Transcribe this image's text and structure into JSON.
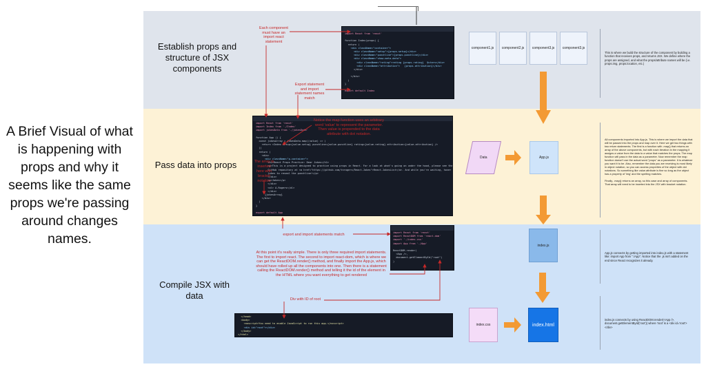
{
  "main_title": "A Brief Visual of what is happening with props and why it seems like the same props we're passing around changes names.",
  "stages": [
    "Establish props and structure of JSX components",
    "Pass data into props",
    "Compile JSX with data"
  ],
  "annotations": {
    "import_react": "Each component must have an import react statement",
    "export_import_top": "Export statement and import statement names match",
    "map_note": "Notice the map function uses an arbitrary word 'value' to represent the parameter. Then value is prepended to the data attribute with dot notation.",
    "array_note": "The array is inserted here with bracket notation",
    "export_import_mid": "export and import statements match",
    "compile_note": "At this point it's really simple.  There is only three required import statements.  The first to import react.  The second to import react-dom, which is where we can get the ReactDOM.render() method, and finally import the App.js, which should have rolled up all the components into one. Then there is a statement calling the ReactDOM.render() method and telling it the id of the element in the HTML where you want everything to get rendered",
    "div_root": "Div with ID of root"
  },
  "components": [
    "component1.js",
    "component2.js",
    "component3.js",
    "component3.js"
  ],
  "flow": {
    "data": "Data",
    "app": "App.js",
    "index_js": "index.js",
    "index_css": "index.css",
    "index_html": "index.html"
  },
  "notes": {
    "top": "This is where we build the structure of the component by building a function that receives props, and returns JSX. We define where the props are assigned, and what the props/attribute names will be (i.e. props.img, props.location, etc.)",
    "mid": "All components imported into App.js.  This is where we import the data that will be passed into the props and map over it.  Here we get two things with two return statements. The first is a function with .map() that returns an array of the above components, but with each iteration in the mapping it assigns a value from the data to a value that matches the props.  The map function will pass in the data as a parameter.  Now remember the map function doesn't use the actual word \"props\" as a parameter.  It is whatever you want it to be.  Also, remember the data you are receiving is most likely in object notation, so you can access properties of the object with dot notations.  So something like value.attribute is fine so long as the object has a property of 'img' and the spelling matches.\n\nFinally, .map() returns an array,  so this case and array of components.  That array will need to be inserted into the JSX with bracket notation.",
    "bot_app": "App.js connects by getting imported into index.js with a statement like: import App from \"./App\". Notice that the .js isn't added on the end since React recognizes it already.",
    "bot_html": "index.js connects by using ReactDOM.render(<App />, document.getElementById('root')) where 'root' is a <div id='root'></div>"
  },
  "code_top": [
    "import React from 'react'",
    "",
    "function Index(props) {",
    "  return (",
    "    <div className=\"container\">",
    "      <div className=\"setup\">{props.setup}</div>",
    "      <div className=\"punchline\">{props.punchline}</div>",
    "      <div className=\"show-meta-data\">",
    "        <div className=\"rating\">rating {props.rating}  $stars</div>",
    "        <div className=\"attribution\">   {props.attribution}</div>",
    "      </div>",
    "",
    "    </div>",
    "  )",
    "}",
    "",
    "export default Index"
  ],
  "code_mid": [
    "import React from 'react'",
    "import Index from './Index'",
    "import jokesData from './jokesData'",
    "",
    "function App () {",
    "  const jokesArray = jokesData.map((value) => (",
    "    return <Index setup={value.setup} punchline={value.punchline} rating={value.rating} attribution={value.attribution} />",
    "  ))",
    "  return (",
    "    <div>",
    "      <div className=\"p-container\">",
    "        <h1>React Props Practice: Dear Jokes</h1>",
    "        <p>This is a project designed to practice using props in React. For a look at what's going on under the hood, please see the",
    "        GitHub repository at <a href=\"https://github.com/tnrogers/React-Jokes\">React-JokesList</a>. And while you're waiting, hover over the",
    "        jokes to reveal the punchline!</p>",
    "        </div>",
    "        <p>Jokes</p>",
    "        </div>",
    "        <ol> A-Rogers</ol>",
    "        </div>",
    "      {jokesArray}",
    "    </div>",
    "  )",
    "}",
    "",
    "export default App"
  ],
  "code_index": [
    "import React from 'react'",
    "import ReactDOM from 'react-dom'",
    "import './index.css'",
    "import App from './App'",
    "",
    "ReactDOM.render(",
    "  <App />,",
    "  document.getElementById(\"root\")",
    ")"
  ],
  "code_html": [
    "  </head>",
    "  <body>",
    "    <noscript>You need to enable JavaScript to run this app.</noscript>",
    "    <div id=\"root\"></div>",
    "  </body>",
    "</html>"
  ],
  "colors": {
    "arrow_orange": "#f39a34",
    "annotation_red": "#c62828",
    "band_top": "#dfe4ec",
    "band_mid": "#fdf2d6",
    "band_bot": "#cfe2f8"
  }
}
